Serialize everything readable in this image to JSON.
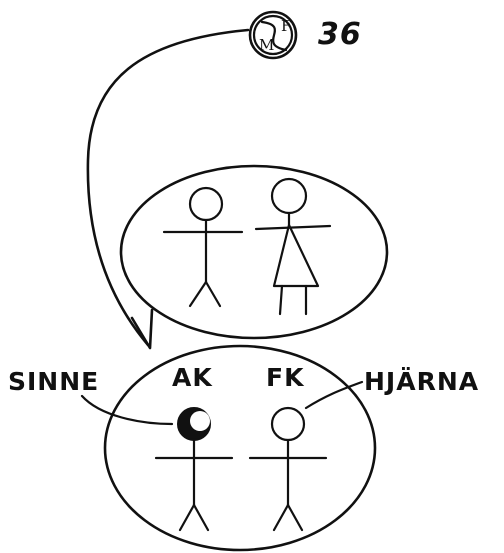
{
  "badge": {
    "number": "36"
  },
  "labels": {
    "sinne": "SINNE",
    "ak": "AK",
    "fk": "FK",
    "hjarna": "HJÄRNA"
  },
  "logo_letters": [
    "S",
    "F",
    "M"
  ]
}
